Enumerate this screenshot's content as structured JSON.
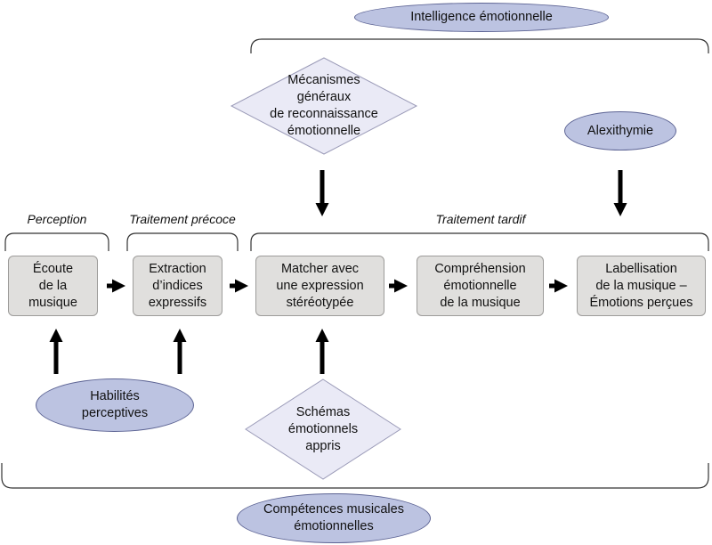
{
  "colors": {
    "box_fill": "#e0dfdd",
    "oval_fill": "#bcc3e1",
    "diamond_fill": "#eaeaf6",
    "arrow": "#000000"
  },
  "stages": {
    "perception": "Perception",
    "early": "Traitement précoce",
    "late": "Traitement tardif"
  },
  "boxes": {
    "listening": "Écoute\nde la\nmusique",
    "extraction": "Extraction\nd’indices\nexpressifs",
    "matching": "Matcher avec\nune expression\nstéréotypée",
    "comprehension": "Compréhension\némotionnelle\nde la musique",
    "labelling": "Labellisation\nde la musique –\nÉmotions perçues"
  },
  "diamonds": {
    "mechanisms": "Mécanismes\ngénéraux\nde reconnaissance\némotionnelle",
    "schemas": "Schémas\némotionnels\nappris"
  },
  "ovals": {
    "emotional_intelligence": "Intelligence émotionnelle",
    "alexithymia": "Alexithymie",
    "perceptual_skills": "Habilités\nperceptives",
    "musical_competence": "Compétences musicales\némotionnelles"
  }
}
